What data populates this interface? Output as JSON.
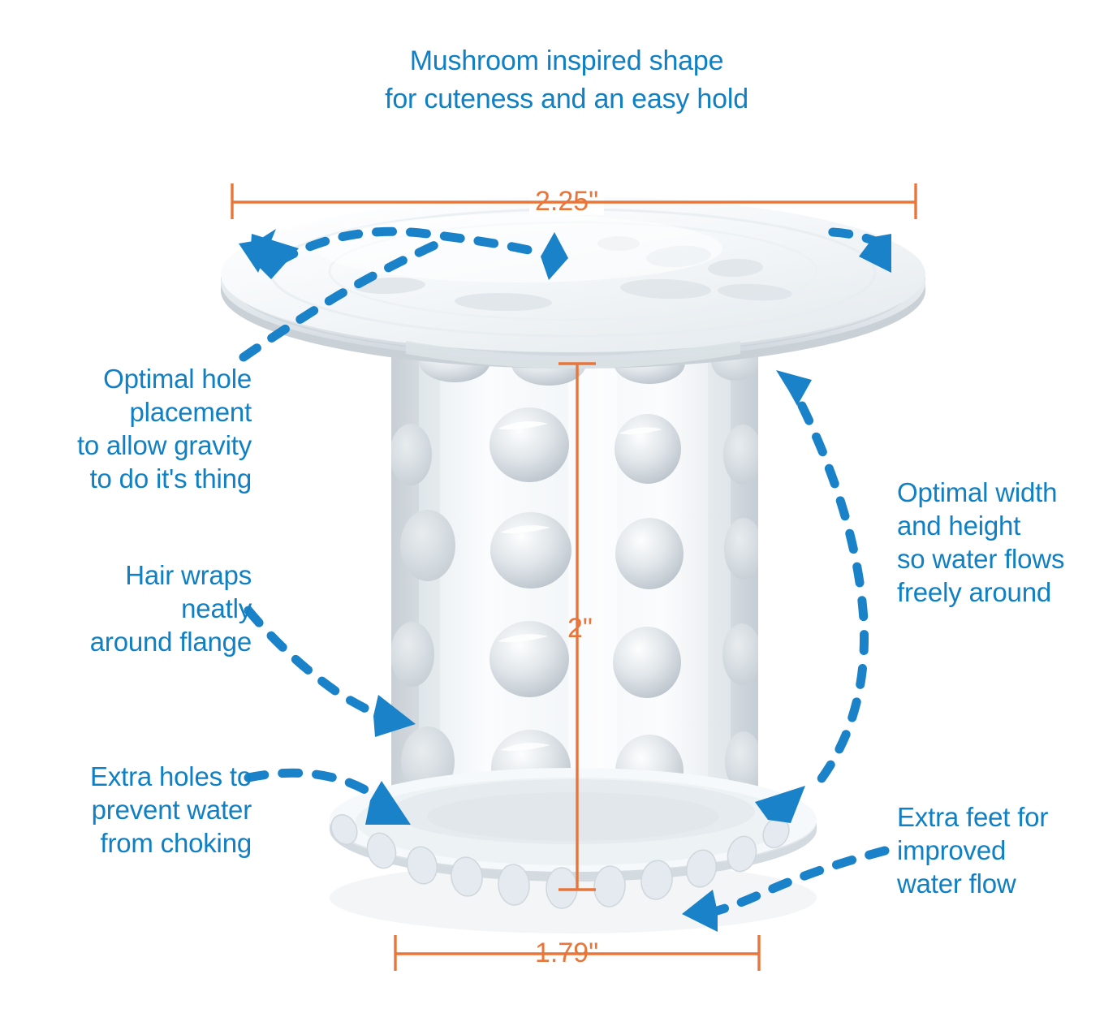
{
  "title": "Mushroom inspired shape\nfor cuteness and an easy hold",
  "product": {
    "name": "silicone-drain-hair-catcher",
    "description": "Translucent white mushroom-shaped silicone sink drain hair catcher with perforated cylindrical body and flanged base with nub feet"
  },
  "callouts": {
    "hole_placement": "Optimal hole\nplacement\nto allow gravity\nto do it's thing",
    "hair_wraps": "Hair wraps\nneatly\naround flange",
    "extra_holes": "Extra holes to\nprevent water\nfrom choking",
    "optimal_width": "Optimal width\nand height\nso water flows\nfreely around",
    "extra_feet": "Extra feet for\nimproved\nwater flow"
  },
  "dimensions": {
    "top_width": "2.25\"",
    "height": "2\"",
    "base_width": "1.79\""
  },
  "colors": {
    "annotation_blue": "#1A82C8",
    "text_blue": "#1080C4",
    "dimension_orange": "#E8763A",
    "background": "#FFFFFF",
    "product_light": "#F2F5F7",
    "product_shadow": "#C6CDD2"
  }
}
